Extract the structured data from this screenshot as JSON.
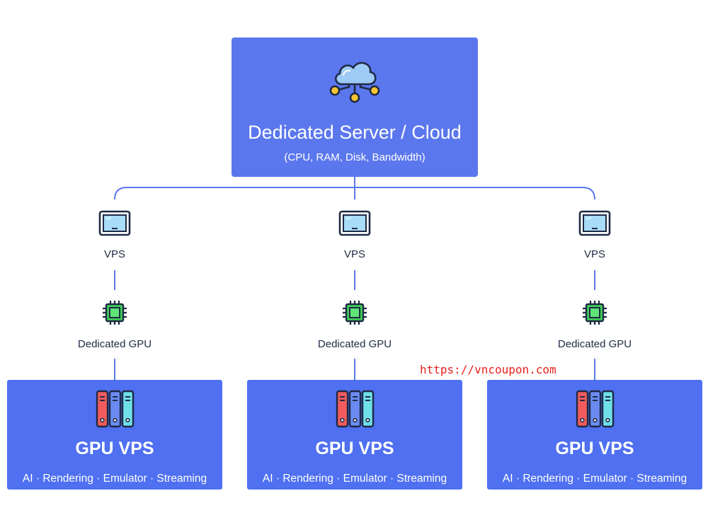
{
  "top": {
    "title": "Dedicated Server / Cloud",
    "subtitle": "(CPU, RAM, Disk, Bandwidth)",
    "icon": "cloud-network-icon"
  },
  "branches": [
    {
      "vps_label": "VPS",
      "gpu_label": "Dedicated GPU"
    },
    {
      "vps_label": "VPS",
      "gpu_label": "Dedicated GPU"
    },
    {
      "vps_label": "VPS",
      "gpu_label": "Dedicated GPU"
    }
  ],
  "boxes": [
    {
      "title": "GPU VPS",
      "tags": "AI · Rendering · Emulator · Streaming"
    },
    {
      "title": "GPU VPS",
      "tags": "AI · Rendering · Emulator · Streaming"
    },
    {
      "title": "GPU VPS",
      "tags": "AI · Rendering · Emulator · Streaming"
    }
  ],
  "watermark": "https://vncoupon.com",
  "colors": {
    "top_box": "#5b77ee",
    "bottom_box": "#4f70f0",
    "connector": "#5b77ee",
    "gpu_chip": "#3fcf58",
    "monitor_screen": "#a9dcf7",
    "rack_red": "#f25c5c",
    "rack_blue": "#6b8bf2",
    "rack_cyan": "#6fe0e8",
    "watermark": "#e8201b"
  }
}
